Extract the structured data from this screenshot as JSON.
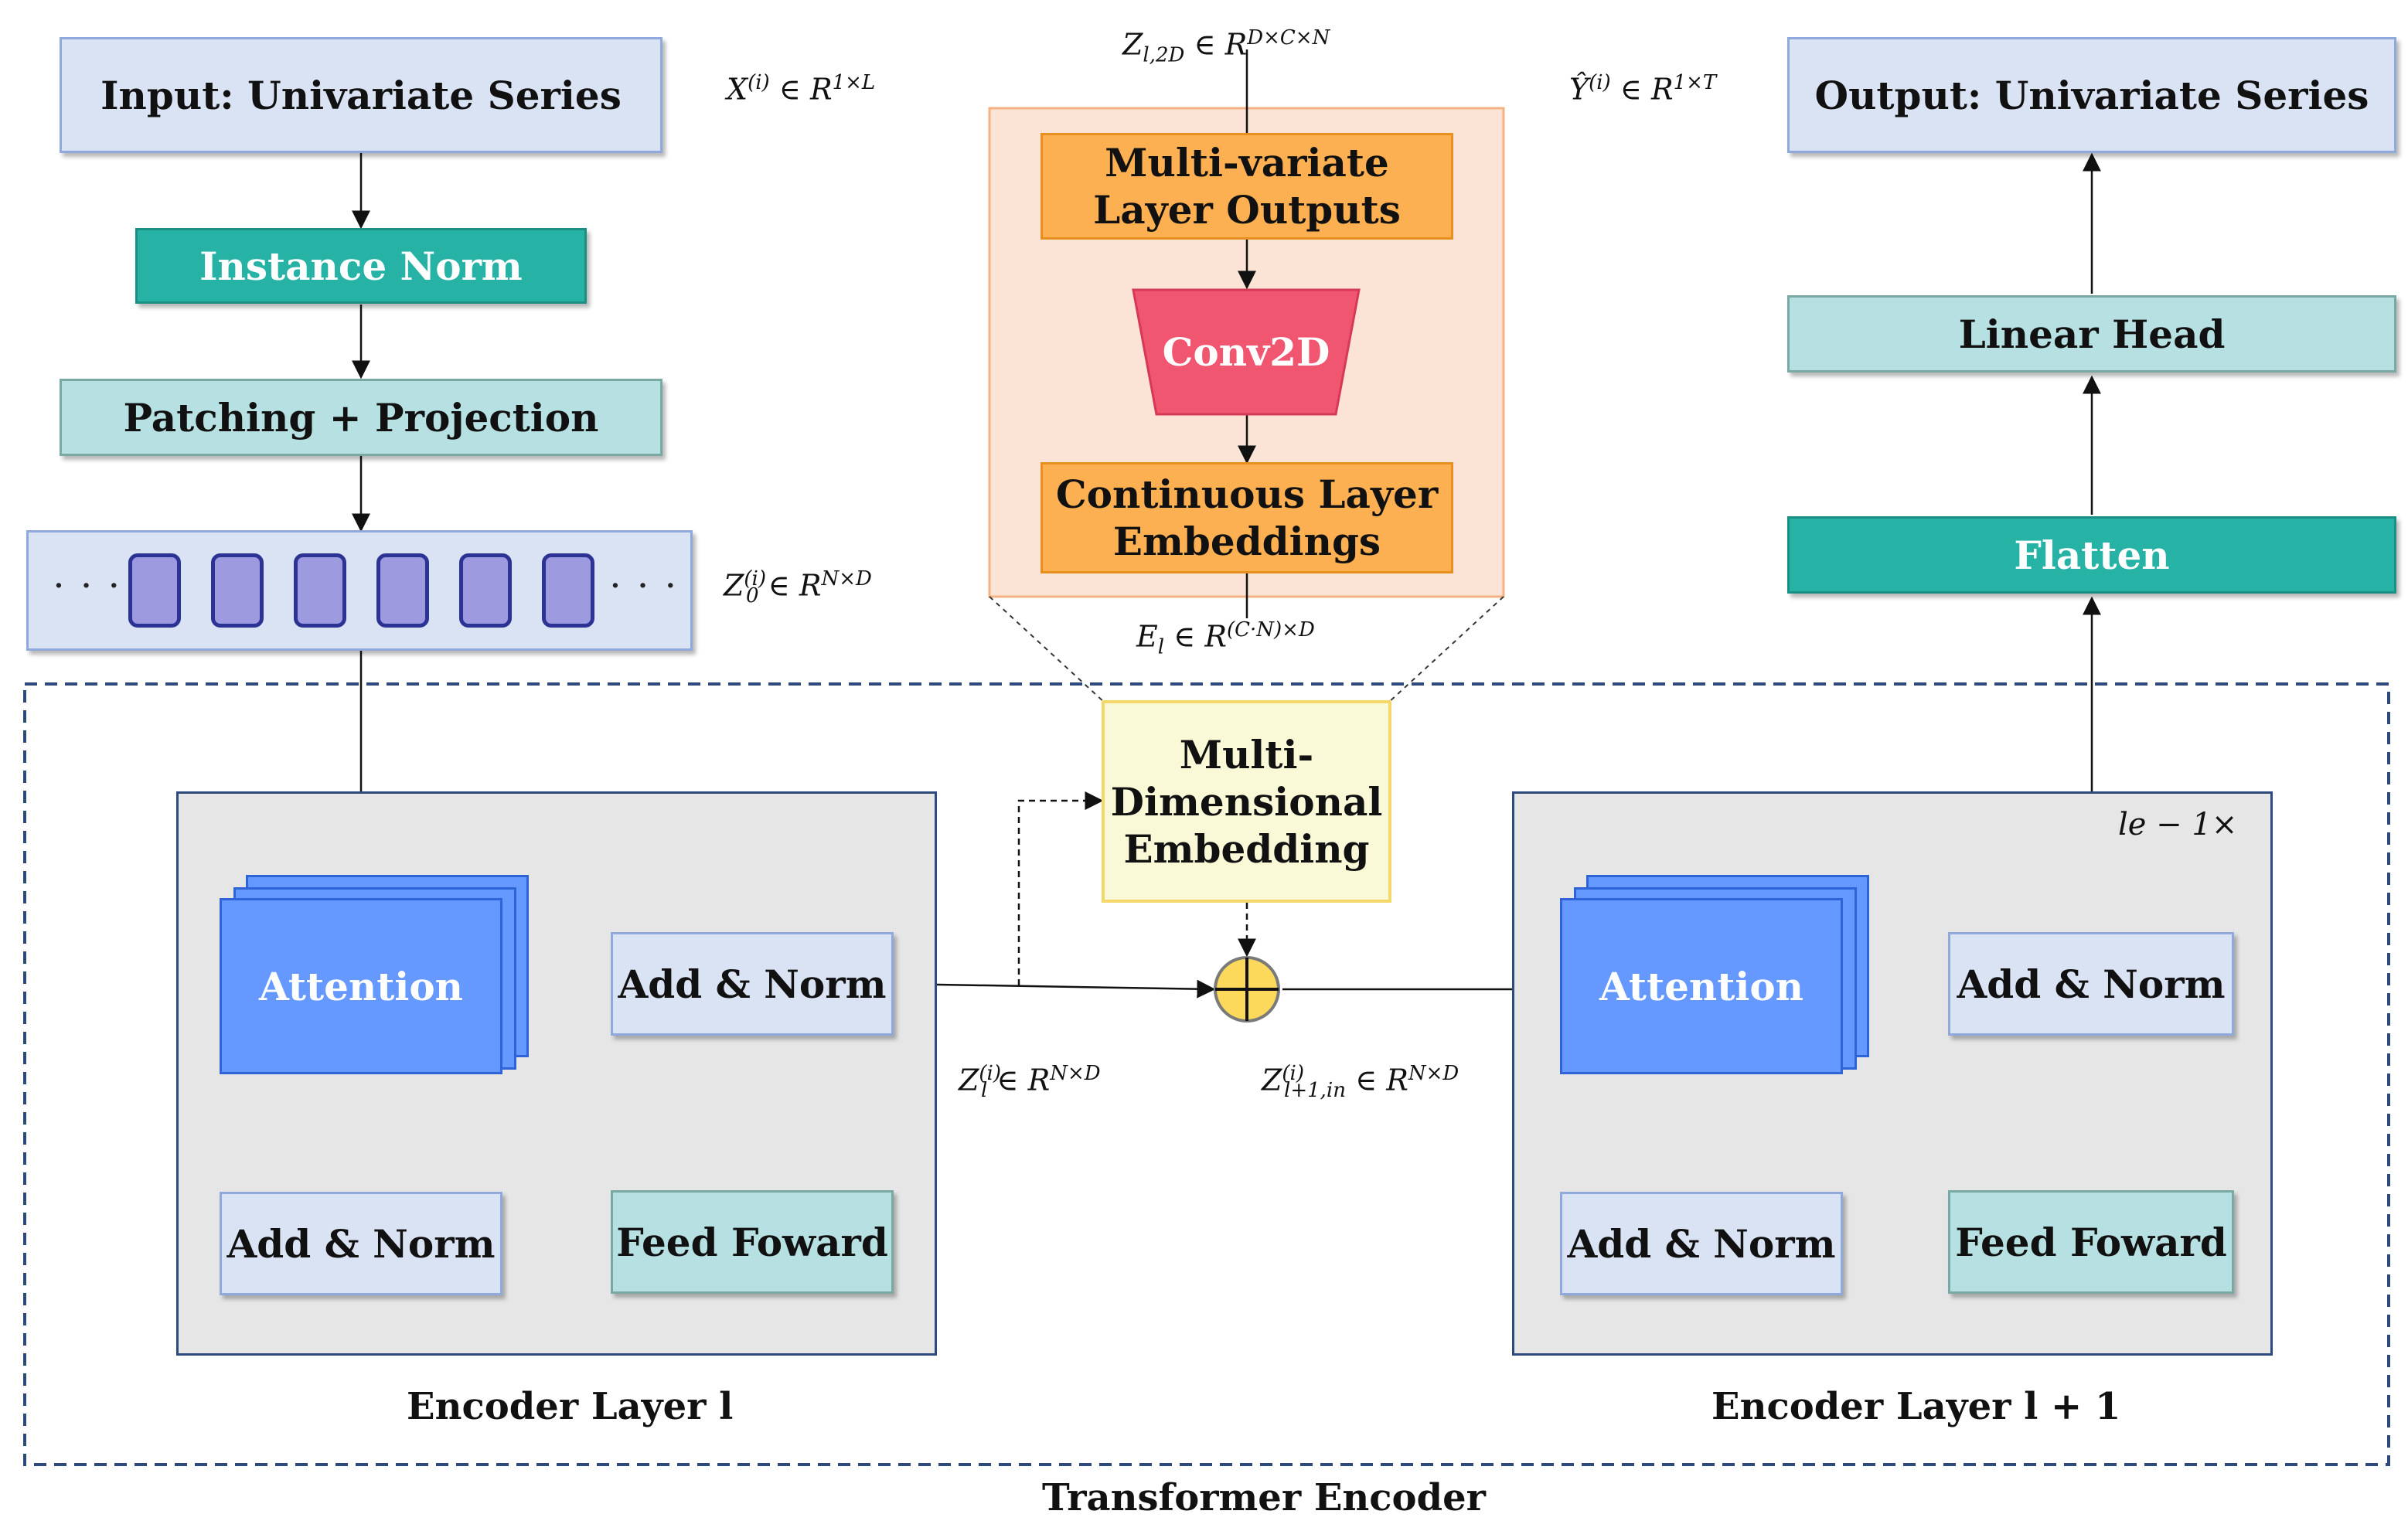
{
  "blocks": {
    "input": "Input: Univariate Series",
    "instance_norm": "Instance Norm",
    "patching": "Patching + Projection",
    "mv_outputs": "Multi-variate Layer Outputs",
    "conv2d": "Conv2D",
    "continuous": "Continuous Layer Embeddings",
    "mde": "Multi-Dimensional Embedding",
    "output": "Output: Univariate Series",
    "linear_head": "Linear Head",
    "flatten": "Flatten",
    "attention": "Attention",
    "add_norm": "Add & Norm",
    "feed_forward": "Feed Foward"
  },
  "token_dots": "· · ·",
  "math": {
    "x_var": "X",
    "x_sup": "(i)",
    "x_rest": " ∈ R",
    "x_dim": "1×L",
    "z2d_var": "Z",
    "z2d_sub": "l,2D",
    "z2d_rest": " ∈ R",
    "z2d_dim": "D×C×N",
    "y_var": "Ŷ",
    "y_sup": "(i)",
    "y_rest": " ∈ R",
    "y_dim": "1×T",
    "z0_var": "Z",
    "z0_sup": "(i)",
    "z0_sub": "0",
    "z0_rest": " ∈ R",
    "z0_dim": "N×D",
    "el_var": "E",
    "el_sub": "l",
    "el_rest": " ∈ R",
    "el_dim": "(C·N)×D",
    "zl_var": "Z",
    "zl_sup": "(i)",
    "zl_sub": "l",
    "zl_rest": " ∈ R",
    "zl_dim": "N×D",
    "zin_var": "Z",
    "zin_sup": "(i)",
    "zin_sub": "l+1,in",
    "zin_rest": " ∈ R",
    "zin_dim": "N×D",
    "repeat": "le − 1×"
  },
  "captions": {
    "encoder_l": "Encoder Layer l",
    "encoder_l1": "Encoder Layer l + 1",
    "transformer": "Transformer Encoder"
  },
  "colors": {
    "light_blue": "#dae3f3",
    "teal": "#26b3a5",
    "light_teal": "#b7e0e2",
    "orange": "#fcb052",
    "conv_red": "#f0566f",
    "attention_blue": "#6699ff",
    "token_purple": "#9e9ae0",
    "yellow_box": "#f9f9d8",
    "plus_yellow": "#fcd95a",
    "panel_gray": "#e6e6e6",
    "dashed_blue": "#2e4a7c"
  }
}
